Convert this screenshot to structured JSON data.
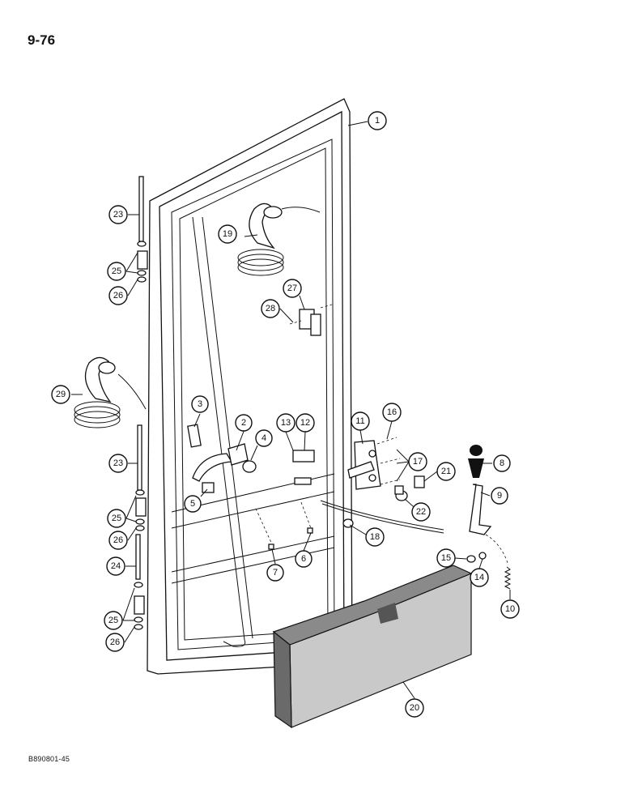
{
  "page": {
    "number": "9-76",
    "figure_code": "B890801-45"
  },
  "callouts": [
    {
      "label": "1"
    },
    {
      "label": "2"
    },
    {
      "label": "3"
    },
    {
      "label": "4"
    },
    {
      "label": "5"
    },
    {
      "label": "6"
    },
    {
      "label": "7"
    },
    {
      "label": "8"
    },
    {
      "label": "9"
    },
    {
      "label": "10"
    },
    {
      "label": "11"
    },
    {
      "label": "12"
    },
    {
      "label": "13"
    },
    {
      "label": "14"
    },
    {
      "label": "15"
    },
    {
      "label": "16"
    },
    {
      "label": "17"
    },
    {
      "label": "18"
    },
    {
      "label": "19"
    },
    {
      "label": "20"
    },
    {
      "label": "21"
    },
    {
      "label": "22"
    },
    {
      "label": "23"
    },
    {
      "label": "23"
    },
    {
      "label": "24"
    },
    {
      "label": "25"
    },
    {
      "label": "25"
    },
    {
      "label": "25"
    },
    {
      "label": "26"
    },
    {
      "label": "26"
    },
    {
      "label": "26"
    },
    {
      "label": "27"
    },
    {
      "label": "28"
    },
    {
      "label": "29"
    }
  ]
}
